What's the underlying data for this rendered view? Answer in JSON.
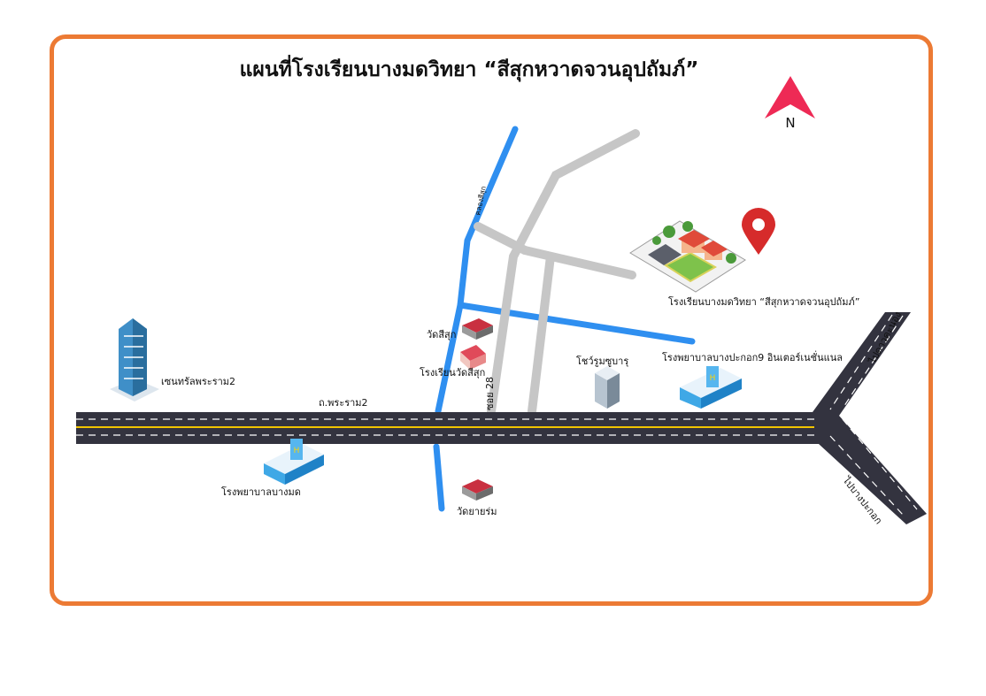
{
  "title": "แผนที่โรงเรียนบางมดวิทยา “สีสุกหวาดจวนอุปถัมภ์”",
  "compass": {
    "label": "N"
  },
  "landmarks": {
    "school": "โรงเรียนบางมดวิทยา “สีสุกหวาดจวนอุปถัมภ์”",
    "wat_sisuk": "วัดสีสุก",
    "wat_sisuk_school": "โรงเรียนวัดสีสุก",
    "showroom": "โชว์รูมซูบารุ",
    "bangpakok_hospital": "โรงพยาบาลบางปะกอก9 อินเตอร์เนชั่นแนล",
    "central_rama2": "เซนทรัลพระราม2",
    "bangmod_hospital": "โรงพยาบาลบางมด",
    "wat_yairom": "วัดยายร่ม"
  },
  "roads": {
    "rama2": "ถ.พระราม2",
    "soi28": "ซอย 28",
    "canal_sisuk": "คลองสีสุก",
    "to_dao_khanong": "ไปดาวคะนอง",
    "to_bangpakok": "ไปบางปะกอก"
  },
  "colors": {
    "frame": "#ec7a34",
    "canal": "#2f8ff0",
    "side_road": "#c6c6c6",
    "highway": "#33333f",
    "pin": "#d62b2b",
    "compass": "#ee2a55"
  }
}
